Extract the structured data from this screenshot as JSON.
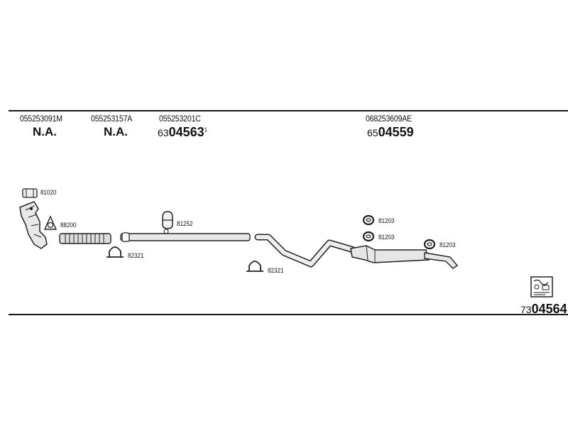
{
  "headers": [
    {
      "part_number": "055253091M",
      "value": "N.A."
    },
    {
      "part_number": "055253157A",
      "value": "N.A."
    },
    {
      "part_number": "055253201C",
      "ref_prefix": "63",
      "ref_main": "04563",
      "ref_sup": "1"
    },
    {
      "part_number": "068253609AE",
      "ref_prefix": "65",
      "ref_main": "04559"
    }
  ],
  "labels": {
    "bracket_top": "81020",
    "gasket_front": "88200",
    "clamp_front": "82321",
    "hanger_mid": "81252",
    "clamp_mid": "82321",
    "ring_rear_1": "81203",
    "ring_rear_2": "81203",
    "ring_rear_3": "81203"
  },
  "kit": {
    "ref_prefix": "73",
    "ref_main": "04564",
    "icon": "kit-box-icon"
  },
  "colors": {
    "line": "#1a1a1a",
    "part_fill": "#e8e8e8",
    "stroke": "#222222"
  }
}
